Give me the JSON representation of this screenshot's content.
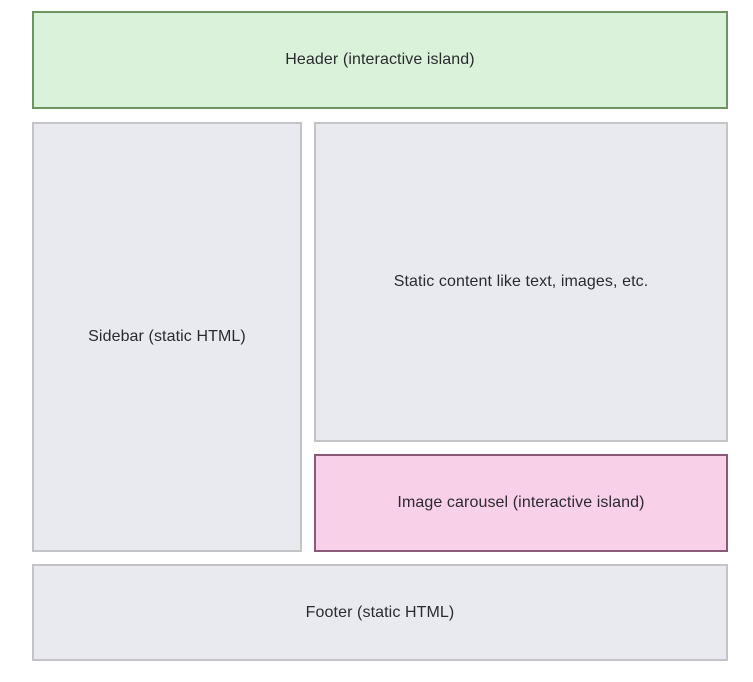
{
  "diagram": {
    "header": {
      "label": "Header (interactive island)",
      "color": "#daf2d9",
      "border": "#6e9463"
    },
    "sidebar": {
      "label": "Sidebar (static HTML)",
      "color": "#e9eaef",
      "border": "#c3c3c8"
    },
    "content": {
      "label": "Static content like text, images, etc.",
      "color": "#e9eaef",
      "border": "#c3c3c8"
    },
    "carousel": {
      "label": "Image carousel (interactive island)",
      "color": "#f8d0e8",
      "border": "#8a5a78"
    },
    "footer": {
      "label": "Footer (static HTML)",
      "color": "#e9eaef",
      "border": "#c3c3c8"
    }
  }
}
